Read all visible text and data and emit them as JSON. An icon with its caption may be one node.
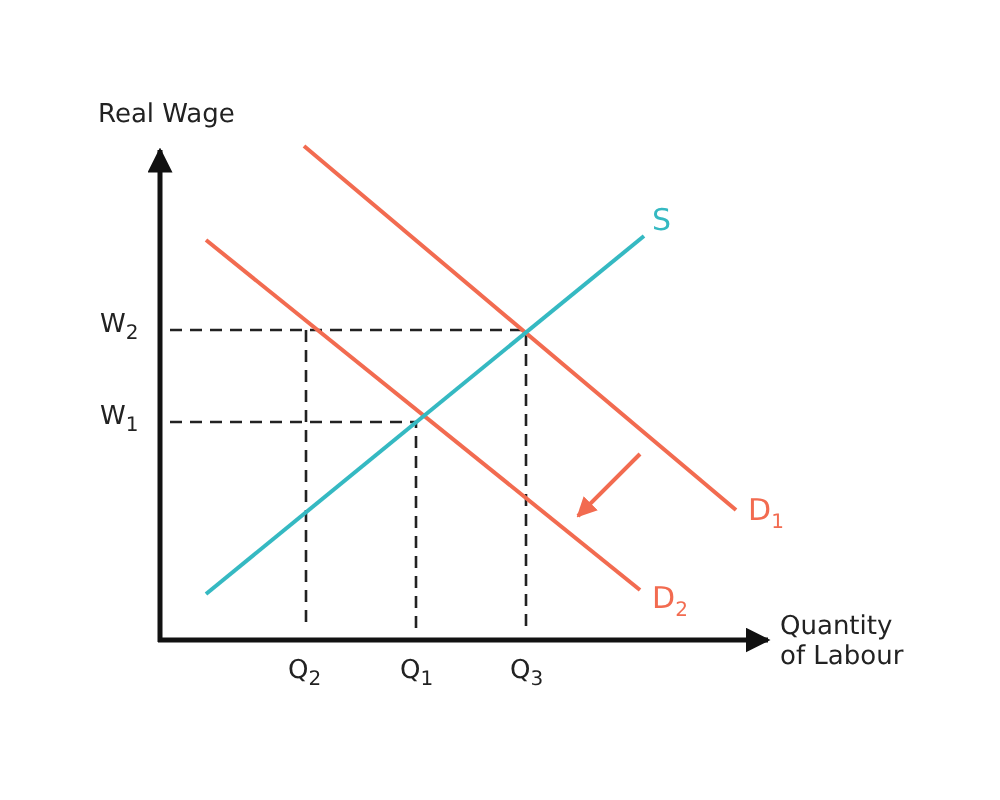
{
  "diagram": {
    "labels": [
      "Real Wage",
      "S",
      "W$_{2}$",
      "W$_{1}$",
      "D$_{1}$",
      "D$_{2}$",
      "Quantity of Labour",
      "Q$_{2}$",
      "Q$_{1}$",
      "Q$_{3}$"
    ]
  }
}
